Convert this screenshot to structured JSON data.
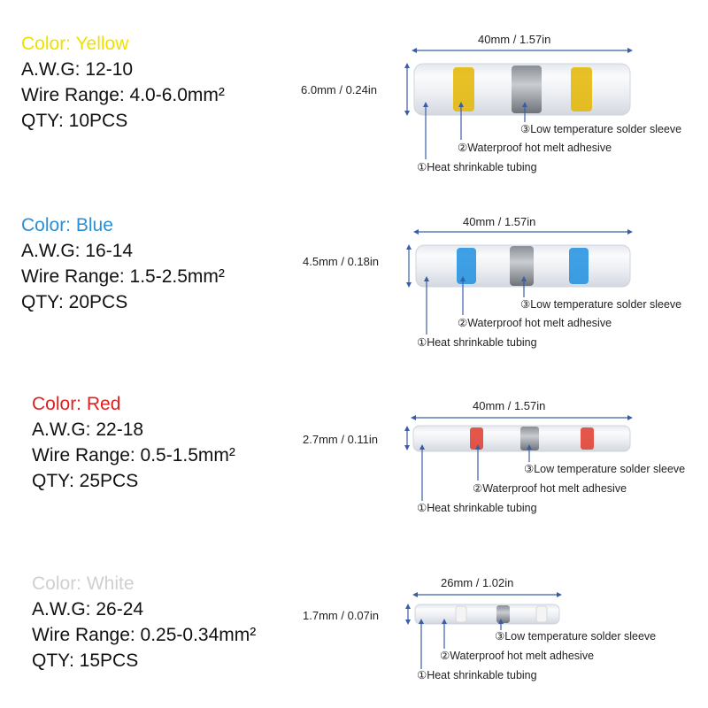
{
  "connectors": [
    {
      "color_label": "Color: Yellow",
      "accent": "#f0e000",
      "band_color": "#e3b600",
      "awg": "A.W.G: 12-10",
      "wire_range": "Wire Range: 4.0-6.0mm²",
      "qty": "QTY: 10PCS",
      "length": "40mm / 1.57in",
      "diameter": "6.0mm / 0.24in",
      "label_solder": "③Low temperature solder sleeve",
      "label_adhesive": "②Waterproof hot melt adhesive",
      "label_tubing": "①Heat shrinkable tubing"
    },
    {
      "color_label": "Color: Blue",
      "accent": "#2a8fd4",
      "band_color": "#1e8fe0",
      "awg": "A.W.G: 16-14",
      "wire_range": "Wire Range: 1.5-2.5mm²",
      "qty": "QTY: 20PCS",
      "length": "40mm / 1.57in",
      "diameter": "4.5mm / 0.18in",
      "label_solder": "③Low temperature solder sleeve",
      "label_adhesive": "②Waterproof hot melt adhesive",
      "label_tubing": "①Heat shrinkable tubing"
    },
    {
      "color_label": "Color: Red",
      "accent": "#e02020",
      "band_color": "#e03a2a",
      "awg": "A.W.G: 22-18",
      "wire_range": "Wire Range: 0.5-1.5mm²",
      "qty": "QTY: 25PCS",
      "length": "40mm / 1.57in",
      "diameter": "2.7mm / 0.11in",
      "label_solder": "③Low temperature solder sleeve",
      "label_adhesive": "②Waterproof hot melt adhesive",
      "label_tubing": "①Heat shrinkable tubing"
    },
    {
      "color_label": "Color: White",
      "accent": "#cfcfcf",
      "band_color": "#f4f4f4",
      "awg": "A.W.G: 26-24",
      "wire_range": "Wire Range: 0.25-0.34mm²",
      "qty": "QTY: 15PCS",
      "length": "26mm / 1.02in",
      "diameter": "1.7mm / 0.07in",
      "label_solder": "③Low temperature solder sleeve",
      "label_adhesive": "②Waterproof hot melt adhesive",
      "label_tubing": "①Heat shrinkable tubing"
    }
  ],
  "arrow_color": "#3a5da8"
}
